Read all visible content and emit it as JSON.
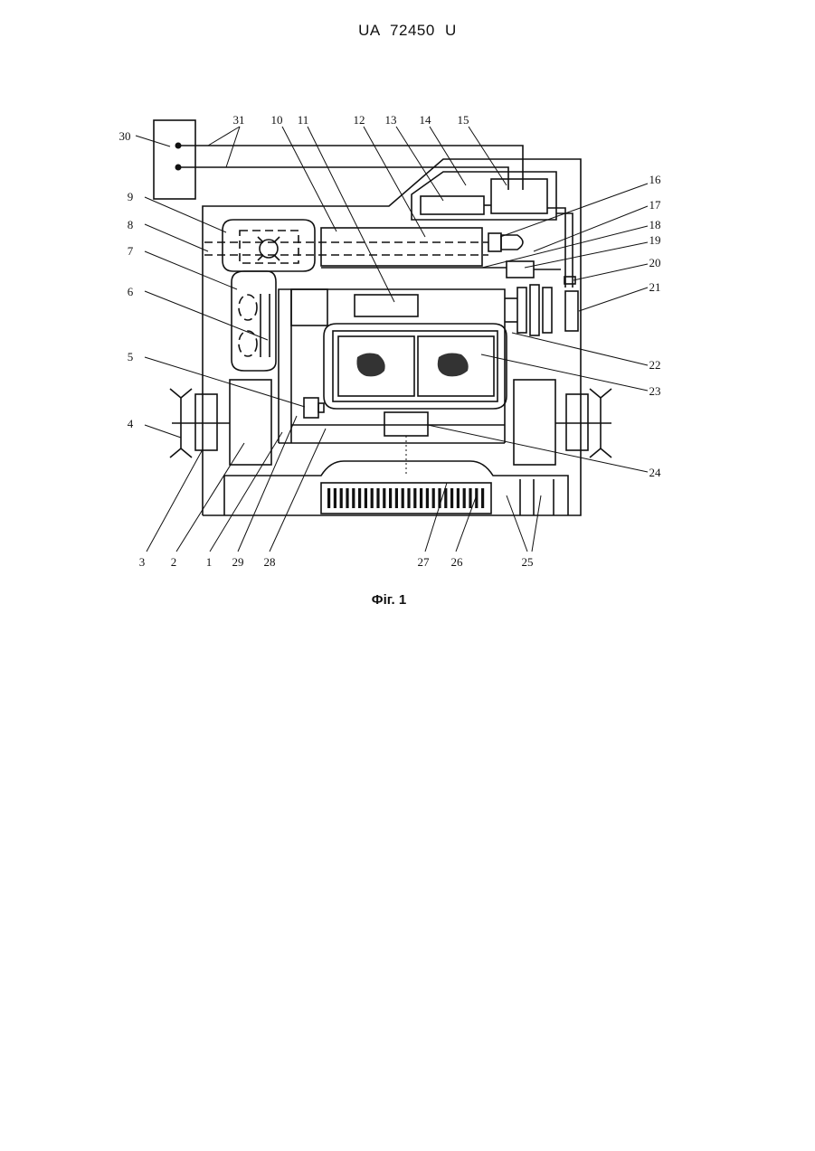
{
  "document": {
    "header": "UA 72450 U",
    "caption": "Фіг. 1"
  },
  "figure": {
    "labels": [
      "1",
      "2",
      "3",
      "4",
      "5",
      "6",
      "7",
      "8",
      "9",
      "10",
      "11",
      "12",
      "13",
      "14",
      "15",
      "16",
      "17",
      "18",
      "19",
      "20",
      "21",
      "22",
      "23",
      "24",
      "25",
      "26",
      "27",
      "28",
      "29",
      "30",
      "31"
    ]
  }
}
